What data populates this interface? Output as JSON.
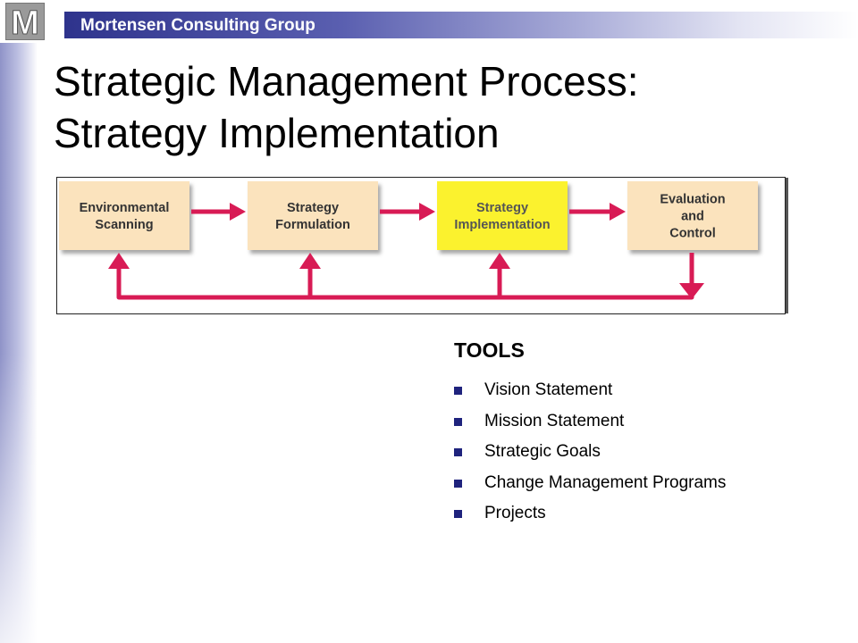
{
  "header": {
    "company": "Mortensen Consulting Group",
    "logo_letter": "M"
  },
  "title": {
    "line1": "Strategic Management Process:",
    "line2": "Strategy Implementation"
  },
  "diagram": {
    "stages": [
      {
        "lines": [
          "Environmental",
          "Scanning"
        ],
        "highlighted": false
      },
      {
        "lines": [
          "Strategy",
          "Formulation"
        ],
        "highlighted": false
      },
      {
        "lines": [
          "Strategy",
          "Implementation"
        ],
        "highlighted": true
      },
      {
        "lines": [
          "Evaluation",
          "and",
          "Control"
        ],
        "highlighted": false
      }
    ],
    "colors": {
      "box": "#fbe3bd",
      "box_highlight": "#fbf22e",
      "arrow": "#d81b55",
      "text": "#333333"
    }
  },
  "tools": {
    "heading": "TOOLS",
    "items": [
      "Vision Statement",
      "Mission Statement",
      "Strategic Goals",
      "Change Management Programs",
      "Projects"
    ],
    "bullet_color": "#1f237d"
  }
}
